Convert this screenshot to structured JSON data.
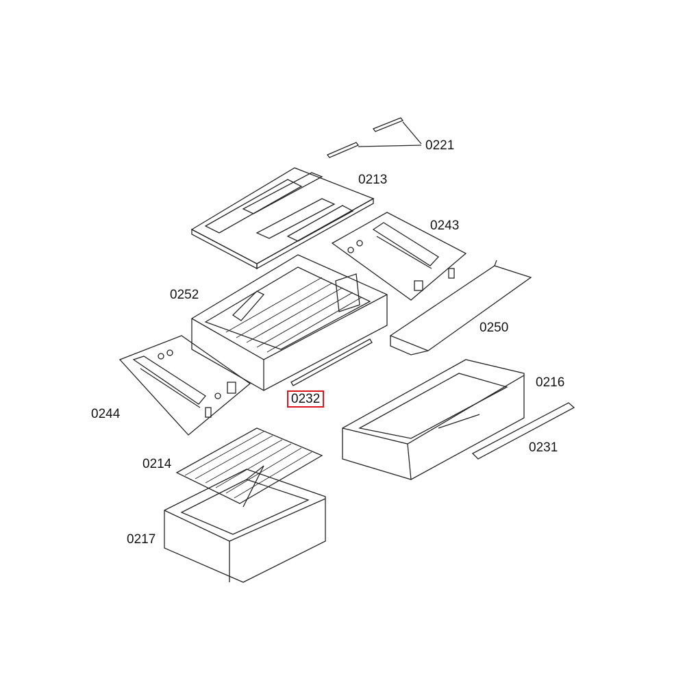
{
  "parts": {
    "p0221": "0221",
    "p0213": "0213",
    "p0243": "0243",
    "p0252": "0252",
    "p0250": "0250",
    "p0216": "0216",
    "p0232": "0232",
    "p0244": "0244",
    "p0231": "0231",
    "p0214": "0214",
    "p0217": "0217"
  },
  "highlighted_part": "0232",
  "highlight_color": "#d9141c"
}
